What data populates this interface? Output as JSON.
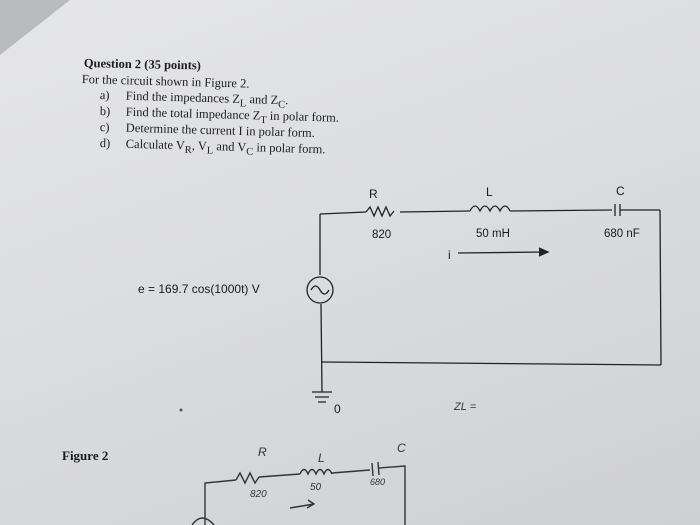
{
  "question": {
    "title": "Question 2 (35 points)",
    "intro": "For the circuit shown in Figure 2.",
    "items": [
      {
        "label": "a)",
        "text": "Find the impedances Z",
        "sub": "L",
        "text2": " and Z",
        "sub2": "C",
        "text3": "."
      },
      {
        "label": "b)",
        "text": "Find the total impedance Z",
        "sub": "T",
        "text2": " in polar form.",
        "sub2": "",
        "text3": ""
      },
      {
        "label": "c)",
        "text": "Determine the current I in polar form.",
        "sub": "",
        "text2": "",
        "sub2": "",
        "text3": ""
      },
      {
        "label": "d)",
        "text": "Calculate V",
        "sub": "R",
        "text2": ", V",
        "sub2": "L",
        "text3": " and V"
      }
    ],
    "item_d_tail": {
      "sub": "C",
      "text": " in polar form."
    }
  },
  "circuit": {
    "resistor": {
      "symbol": "R",
      "value": "820"
    },
    "inductor": {
      "symbol": "L",
      "value": "50 mH"
    },
    "capacitor": {
      "symbol": "C",
      "value": "680 nF"
    },
    "current_label": "i",
    "source_equation": "e = 169.7 cos(1000t) V",
    "ground_label": "0"
  },
  "figure_label": "Figure 2",
  "handwriting": {
    "r": "R",
    "l": "L",
    "c": "C",
    "r_val": "820",
    "l_val": "50",
    "c_val": "680",
    "zl": "ZL ="
  }
}
